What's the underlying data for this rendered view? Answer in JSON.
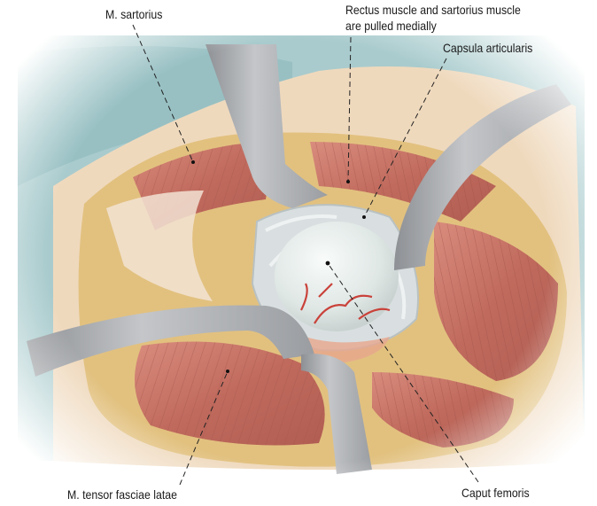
{
  "labels": {
    "sartorius": "M. sartorius",
    "rectus_line1": "Rectus muscle and sartorius muscle",
    "rectus_line2": "are pulled medially",
    "capsula": "Capsula articularis",
    "tensor": "M. tensor fasciae latae",
    "caput": "Caput femoris"
  },
  "colors": {
    "drape": "#9fc3c7",
    "skin": "#eed8bc",
    "fat": "#e3c487",
    "muscle": "#c9776a",
    "muscle_dark": "#a8544a",
    "retractor": "#a9abaf",
    "femoral_head": "#e9eeec",
    "capsule": "#dfe4e4",
    "leader_line": "#222222"
  }
}
